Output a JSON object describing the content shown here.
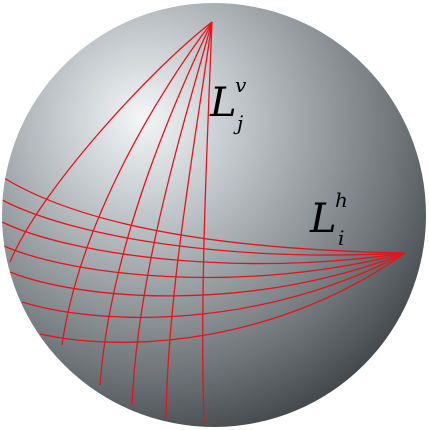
{
  "labels": {
    "vertical_family": {
      "letter": "L",
      "superscript": "v",
      "subscript": "j"
    },
    "horizontal_family": {
      "letter": "L",
      "superscript": "h",
      "subscript": "i"
    }
  },
  "colors": {
    "curves": "#e8121b",
    "sphere_highlight": "#f2f4f5",
    "sphere_mid": "#9aa1a5",
    "sphere_shadow": "#3e4346",
    "background": "#ffffff"
  },
  "curve_families": {
    "vertical_count": 6,
    "horizontal_count": 7
  }
}
